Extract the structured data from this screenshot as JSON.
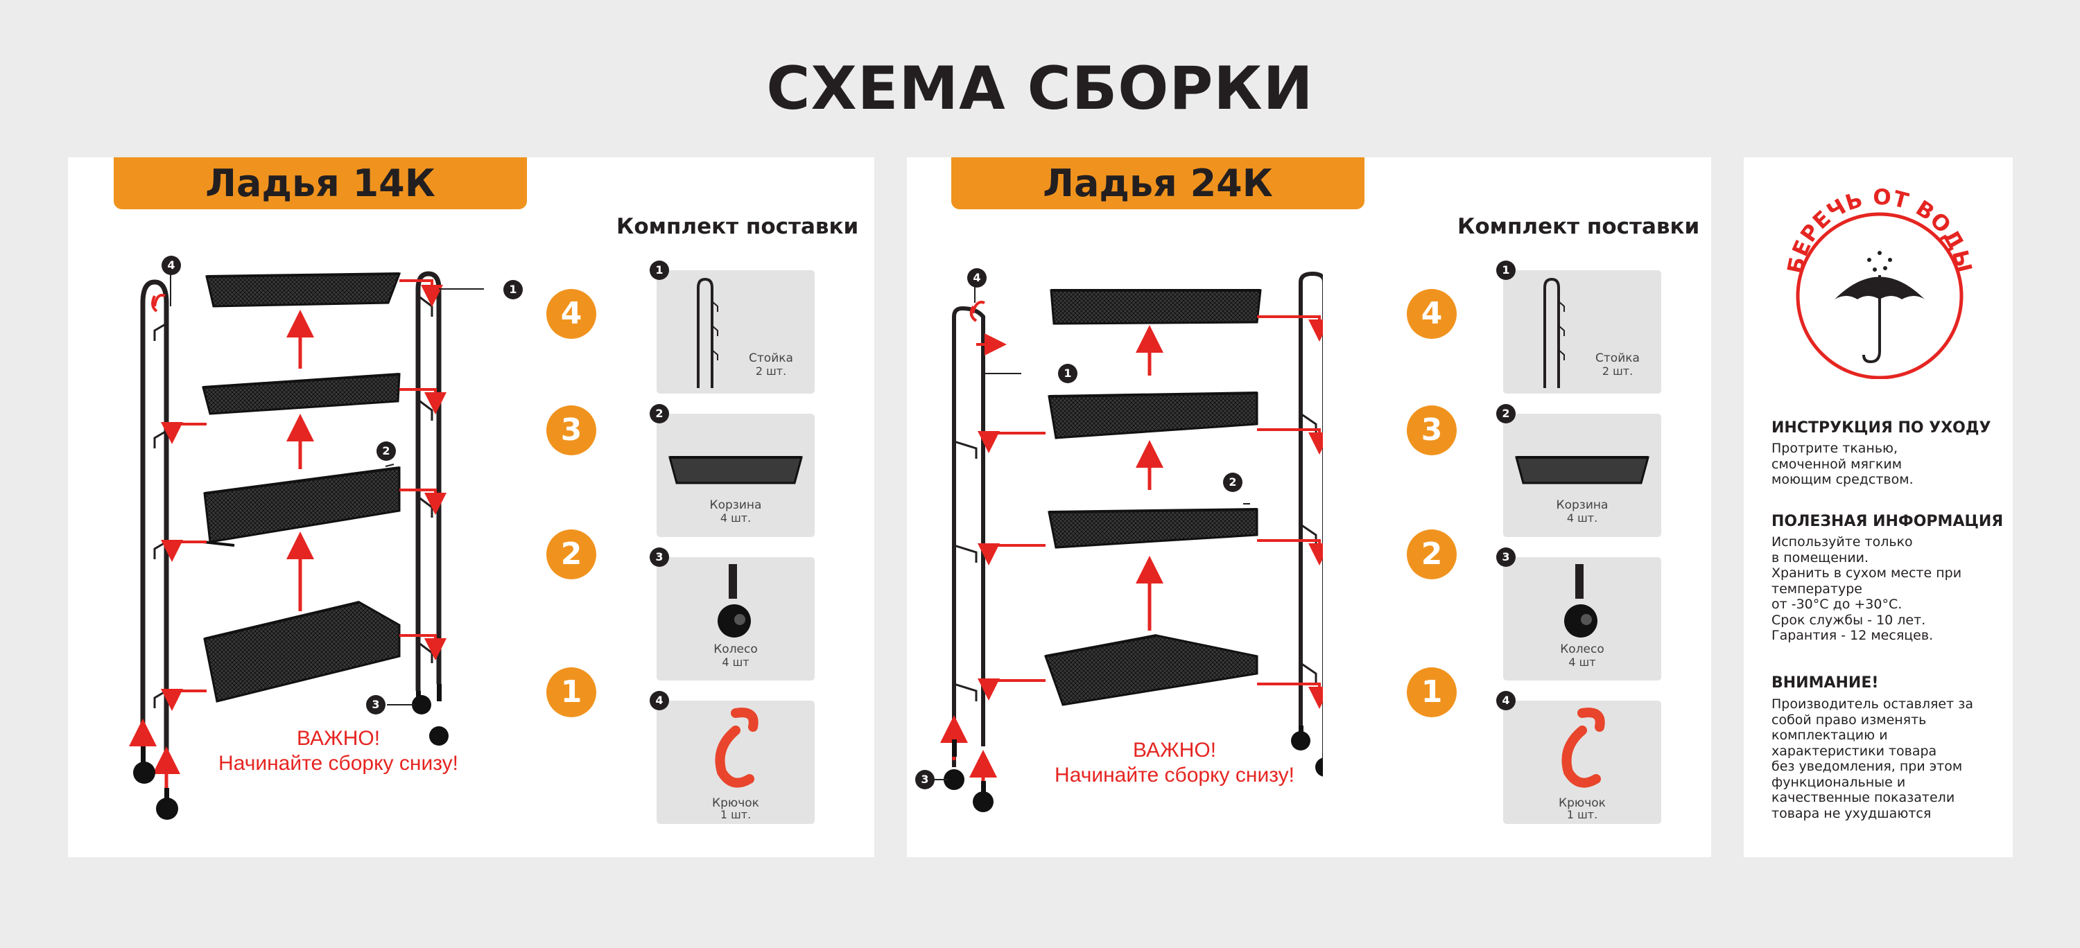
{
  "page_title": "СХЕМА СБОРКИ",
  "colors": {
    "accent": "#f0931e",
    "warning": "#e52521",
    "frame": "#231f20",
    "card": "#e3e3e3"
  },
  "panels": [
    {
      "model": "Ладья 14К",
      "kit_title": "Комплект поставки",
      "steps": [
        "4",
        "3",
        "2",
        "1"
      ],
      "warning_line1": "ВАЖНО!",
      "warning_line2": "Начинайте сборку снизу!",
      "callouts": [
        "1",
        "2",
        "3",
        "4"
      ],
      "kit": [
        {
          "num": "1",
          "name": "Стойка",
          "qty": "2 шт.",
          "icon": "rack-post-icon"
        },
        {
          "num": "2",
          "name": "Корзина",
          "qty": "4 шт.",
          "icon": "basket-icon"
        },
        {
          "num": "3",
          "name": "Колесо",
          "qty": "4 шт",
          "icon": "caster-wheel-icon"
        },
        {
          "num": "4",
          "name": "Крючок",
          "qty": "1 шт.",
          "icon": "hook-icon"
        }
      ]
    },
    {
      "model": "Ладья 24К",
      "kit_title": "Комплект поставки",
      "steps": [
        "4",
        "3",
        "2",
        "1"
      ],
      "warning_line1": "ВАЖНО!",
      "warning_line2": "Начинайте сборку снизу!",
      "callouts": [
        "1",
        "2",
        "3",
        "4"
      ],
      "kit": [
        {
          "num": "1",
          "name": "Стойка",
          "qty": "2 шт.",
          "icon": "rack-post-icon"
        },
        {
          "num": "2",
          "name": "Корзина",
          "qty": "4 шт.",
          "icon": "basket-icon"
        },
        {
          "num": "3",
          "name": "Колесо",
          "qty": "4 шт",
          "icon": "caster-wheel-icon"
        },
        {
          "num": "4",
          "name": "Крючок",
          "qty": "1 шт.",
          "icon": "hook-icon"
        }
      ]
    }
  ],
  "care": {
    "badge_text": "БЕРЕЧЬ ОТ ВОДЫ",
    "badge_icon": "umbrella-rain-icon",
    "sections": [
      {
        "heading": "ИНСТРУКЦИЯ ПО УХОДУ",
        "text": "Протрите тканью,\nсмоченной мягким\nмоющим средством."
      },
      {
        "heading": "ПОЛЕЗНАЯ ИНФОРМАЦИЯ",
        "text": "Используйте только\nв помещении.\nХранить в сухом месте при\nтемпературе\nот -30°С до +30°С.\nСрок службы - 10 лет.\nГарантия - 12 месяцев."
      },
      {
        "heading": "ВНИМАНИЕ!",
        "text": "Производитель оставляет за\nсобой право изменять\nкомплектацию и\nхарактеристики товара\nбез уведомления, при этом\nфункциональные и\nкачественные показатели\nтовара не ухудшаются"
      }
    ]
  }
}
